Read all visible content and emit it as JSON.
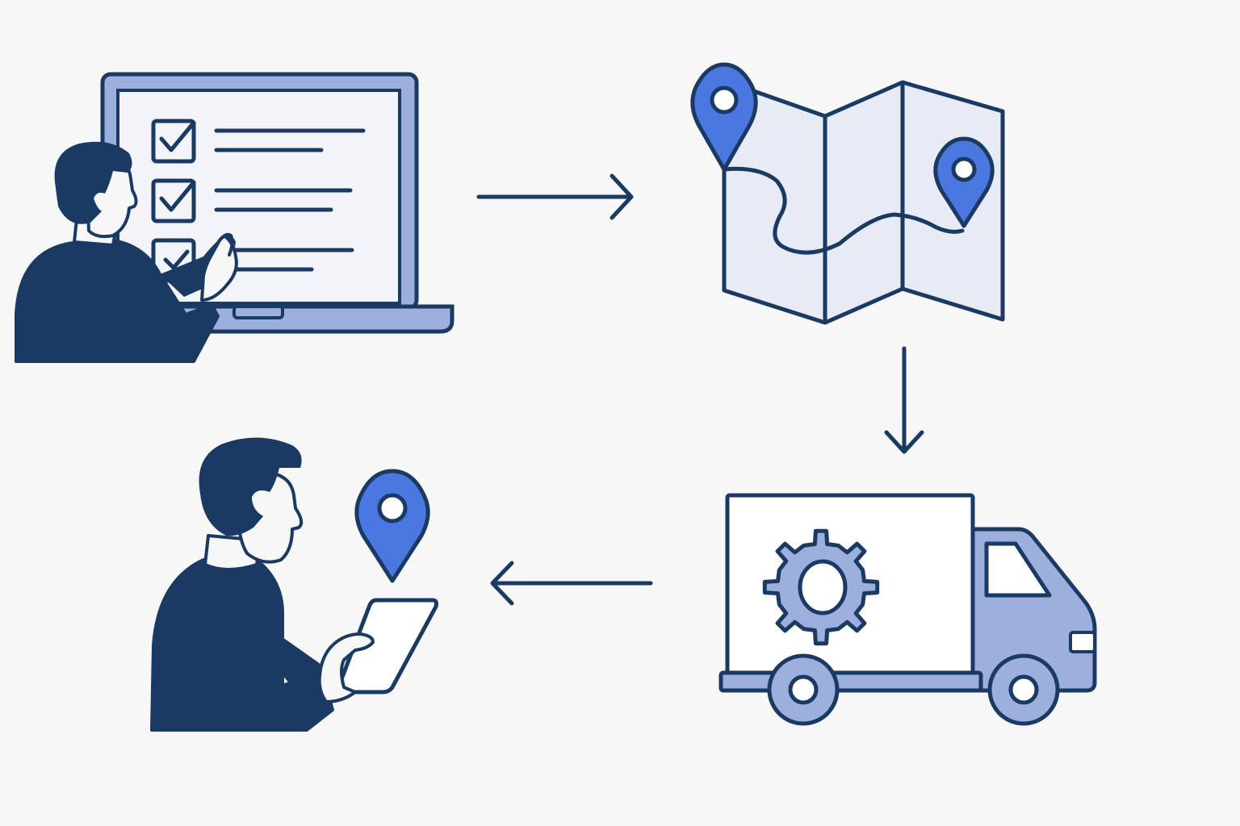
{
  "colors": {
    "background": "#f7f7f8",
    "navy": "#1b3a63",
    "accent_blue": "#4a78e0",
    "periwinkle": "#9db0dd",
    "light_fill": "#e6ebf6",
    "white": "#ffffff"
  },
  "steps": [
    {
      "id": "order-checklist",
      "icons": [
        "person-icon",
        "laptop-icon",
        "checklist-icon"
      ]
    },
    {
      "id": "route-planning",
      "icons": [
        "map-icon",
        "location-pin-icon",
        "route-icon"
      ]
    },
    {
      "id": "dispatch-truck",
      "icons": [
        "truck-icon",
        "gear-icon"
      ]
    },
    {
      "id": "recipient-tracking",
      "icons": [
        "person-icon",
        "tablet-icon",
        "location-pin-icon"
      ]
    }
  ],
  "arrows": [
    {
      "from": "order-checklist",
      "to": "route-planning",
      "direction": "right"
    },
    {
      "from": "route-planning",
      "to": "dispatch-truck",
      "direction": "down"
    },
    {
      "from": "dispatch-truck",
      "to": "recipient-tracking",
      "direction": "left"
    }
  ]
}
